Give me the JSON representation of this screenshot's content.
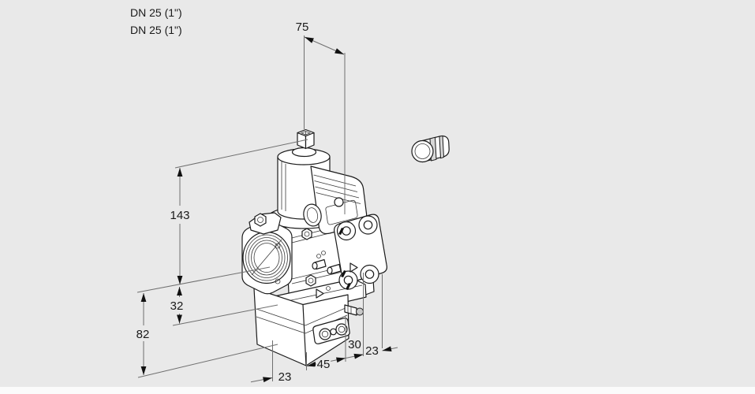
{
  "figure": {
    "background_color": "#e9e9e9",
    "footer_strip_color": "#fbfbfb",
    "line_color": "#1b1b1b",
    "dimension_line_color": "#6f6f6f",
    "description": "Isometric technical line drawing of a gas solenoid valve with pressure regulator, with dimension lines"
  },
  "connection_labels": {
    "line1": "DN 25 (1\")",
    "line2": "DN 25 (1\")"
  },
  "dimensions": {
    "top_width": "75",
    "upper_height": "143",
    "axis_to_flange": "32",
    "lower_height": "82",
    "bottom_left_offset": "23",
    "bottom_depth": "45",
    "right_offset_inner": "30",
    "right_offset_outer": "23"
  }
}
